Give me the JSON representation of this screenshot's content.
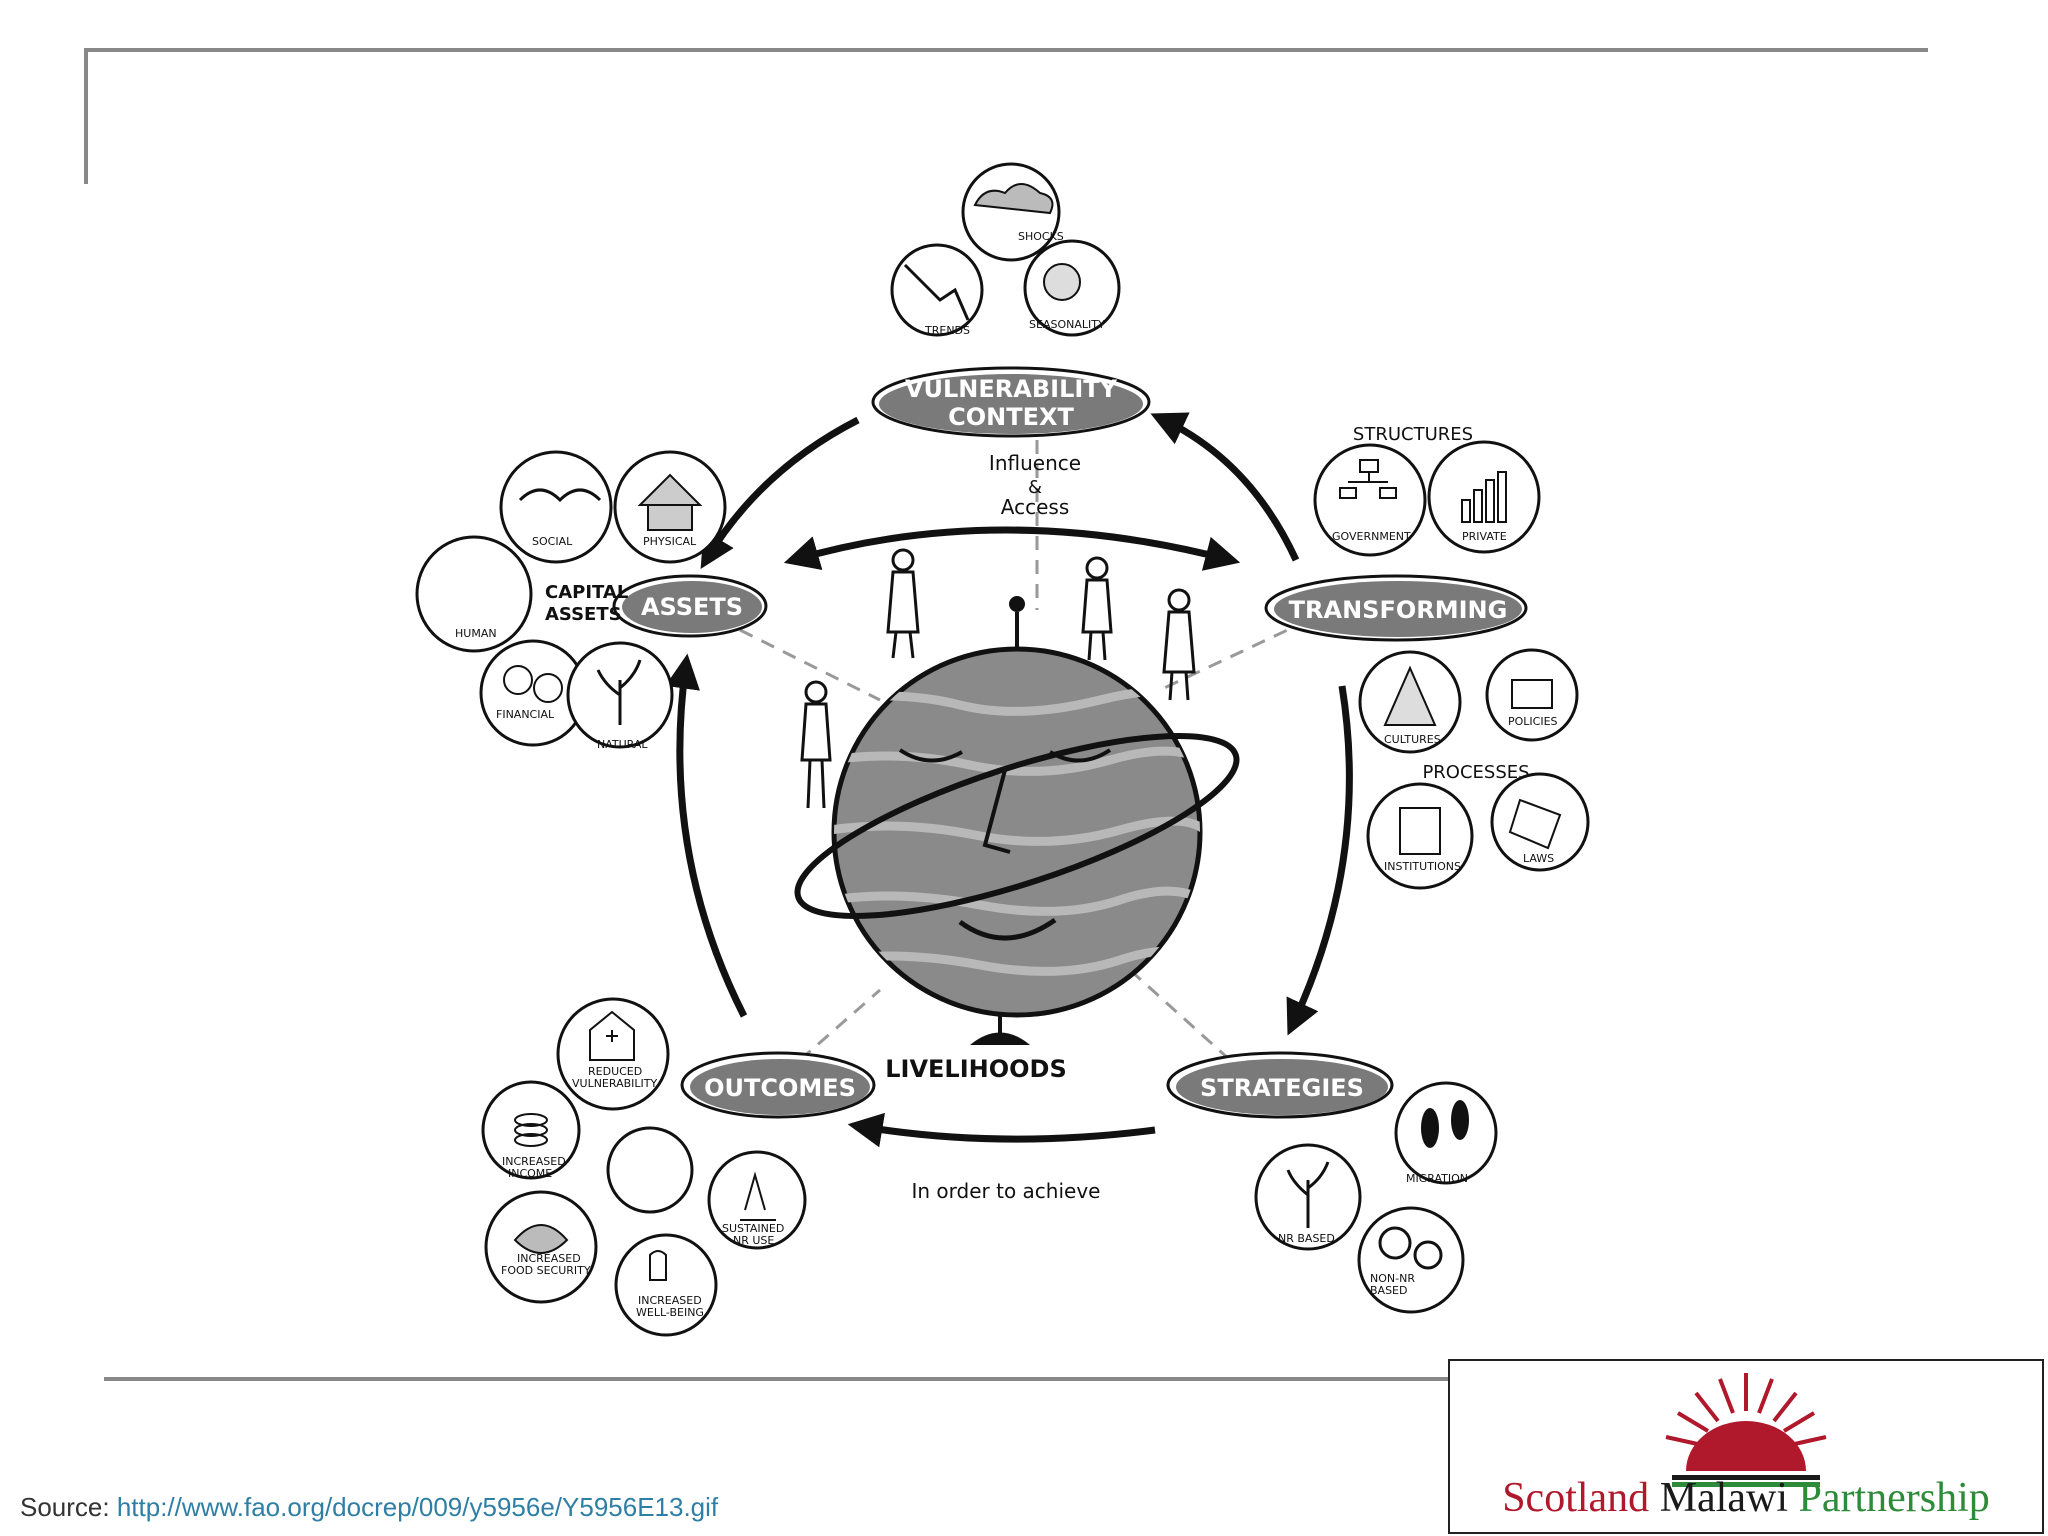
{
  "diagram": {
    "center_label": "LIVELIHOODS",
    "nodes": {
      "vulnerability_line1": "VULNERABILITY",
      "vulnerability_line2": "CONTEXT",
      "assets": "ASSETS",
      "transforming": "TRANSFORMING",
      "strategies": "STRATEGIES",
      "outcomes": "OUTCOMES"
    },
    "arrow_labels": {
      "influence": "Influence",
      "amp": "&",
      "access": "Access",
      "in_order": "In order to achieve"
    },
    "vulnerability_items": [
      "SHOCKS",
      "TRENDS",
      "SEASONALITY"
    ],
    "assets_group": {
      "label_line1": "CAPITAL",
      "label_line2": "ASSETS",
      "items": [
        "SOCIAL",
        "PHYSICAL",
        "HUMAN",
        "FINANCIAL",
        "NATURAL"
      ]
    },
    "structures": {
      "title": "STRUCTURES",
      "items": [
        "GOVERNMENT",
        "PRIVATE"
      ]
    },
    "processes": {
      "title": "PROCESSES",
      "items": [
        "CULTURES",
        "POLICIES",
        "INSTITUTIONS",
        "LAWS"
      ]
    },
    "strategies_items": [
      "MIGRATION",
      "NR BASED",
      "NON-NR",
      "BASED"
    ],
    "outcomes_items": {
      "reduced_1": "REDUCED",
      "reduced_2": "VULNERABILITY",
      "income_1": "INCREASED",
      "income_2": "INCOME",
      "food_1": "INCREASED",
      "food_2": "FOOD SECURITY",
      "wellbeing_1": "INCREASED",
      "wellbeing_2": "WELL-BEING",
      "nr_1": "SUSTAINED",
      "nr_2": "NR USE"
    }
  },
  "footer": {
    "source_label": "Source:",
    "source_url": "http://www.fao.org/docrep/009/y5956e/Y5956E13.gif"
  },
  "logo": {
    "word1": "Scotland",
    "word2": "Malawi",
    "word3": "Partnership",
    "colors": {
      "red": "#b0182b",
      "green": "#2e8b3a",
      "black": "#1a1a1a"
    }
  },
  "colors": {
    "node_fill": "#7a7a7a",
    "globe_fill": "#8a8a8a",
    "frame": "#888888"
  }
}
